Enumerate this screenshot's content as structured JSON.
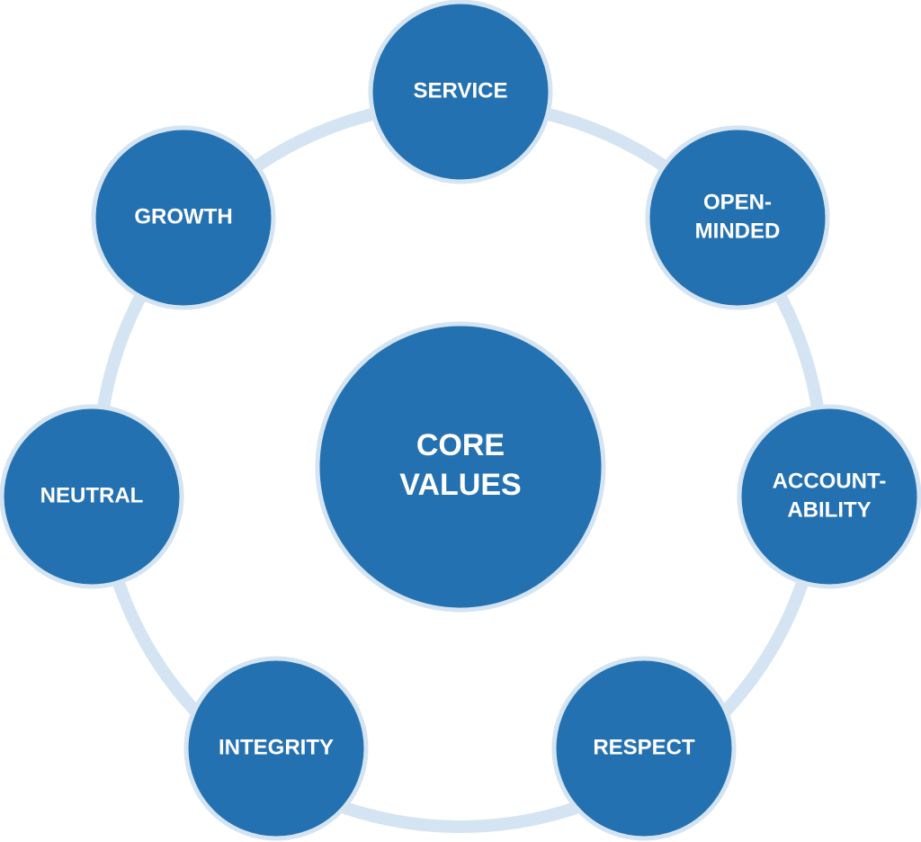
{
  "colors": {
    "ring": "#d4e4f2",
    "node_fill": "#2471b1",
    "node_stroke": "#d4e4f2",
    "text": "#ffffff"
  },
  "center": {
    "lines": [
      "CORE",
      "VALUES"
    ]
  },
  "values": [
    {
      "id": "service",
      "lines": [
        "SERVICE"
      ]
    },
    {
      "id": "open-minded",
      "lines": [
        "OPEN-",
        "MINDED"
      ]
    },
    {
      "id": "accountability",
      "lines": [
        "ACCOUNT-",
        "ABILITY"
      ]
    },
    {
      "id": "respect",
      "lines": [
        "RESPECT"
      ]
    },
    {
      "id": "integrity",
      "lines": [
        "INTEGRITY"
      ]
    },
    {
      "id": "neutral",
      "lines": [
        "NEUTRAL"
      ]
    },
    {
      "id": "growth",
      "lines": [
        "GROWTH"
      ]
    }
  ]
}
